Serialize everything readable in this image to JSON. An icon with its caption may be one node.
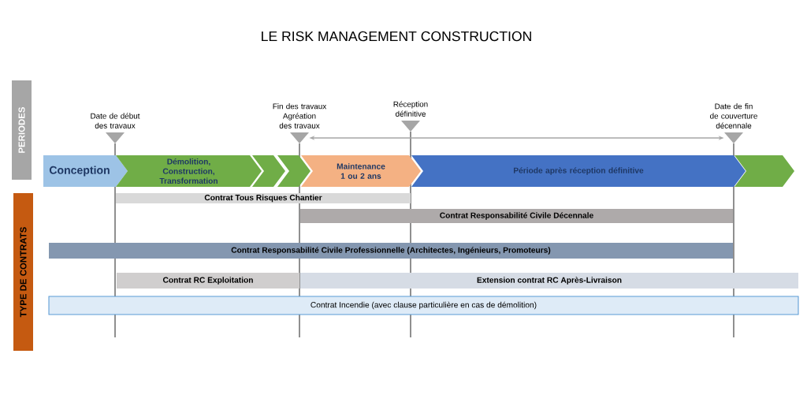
{
  "diagram": {
    "title": "LE RISK MANAGEMENT CONSTRUCTION",
    "nodes": [
      {
        "text": [
          "PERIODES"
        ]
      },
      {
        "text": [],
        "shape": "triangle",
        "beside": [
          "Date de début des travaux"
        ]
      },
      {
        "text": [],
        "shape": "triangle",
        "beside": [
          "Fin des travaux Agréation des travaux"
        ]
      },
      {
        "text": [],
        "shape": "triangle",
        "beside": [
          "Réception définitive"
        ]
      },
      {
        "text": [],
        "shape": "triangle",
        "beside": [
          "Date de fin de couverture décennale"
        ]
      },
      {
        "text": [
          "Conception"
        ]
      },
      {
        "text": [
          "Démolition, Construction, Transformation"
        ]
      },
      {
        "text": [],
        "shape": "chevron"
      },
      {
        "text": [],
        "shape": "chevron"
      },
      {
        "text": [
          "Maintenance 1 ou 2 ans"
        ]
      },
      {
        "text": [
          "Période après réception définitive"
        ]
      },
      {
        "text": [],
        "shape": "chevron"
      },
      {
        "text": [
          "TYPE DE CONTRATS"
        ]
      },
      {
        "text": [
          "Contrat Tous Risques Chantier"
        ]
      },
      {
        "text": [
          "Contrat Responsabilité Civile Décennale"
        ]
      },
      {
        "text": [
          "Contrat Responsabilité Civile Professionnelle (Architectes, Ingénieurs, Promoteurs)"
        ]
      },
      {
        "text": [
          "Contrat RC Exploitation"
        ]
      },
      {
        "text": [
          "Extension contrat RC Après-Livraison"
        ]
      },
      {
        "text": [
          "Contrat Incendie (avec clause particulière en cas de démolition)"
        ]
      }
    ],
    "edges": [
      {
        "from": 2,
        "to": 4,
        "arrow": "both"
      }
    ]
  }
}
